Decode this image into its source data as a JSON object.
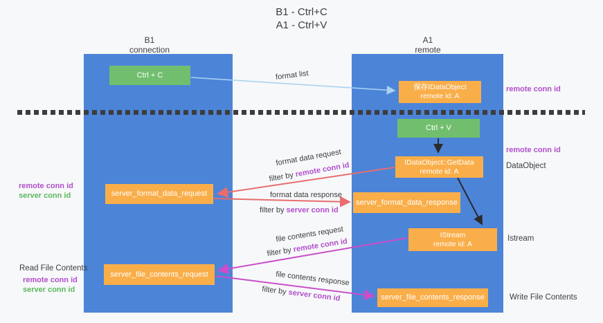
{
  "title": {
    "line1": "B1 - Ctrl+C",
    "line2": "A1 - Ctrl+V"
  },
  "columns": {
    "left": {
      "name": "B1",
      "role": "connection"
    },
    "right": {
      "name": "A1",
      "role": "remote"
    }
  },
  "nodes": {
    "ctrl_c": "Ctrl + C",
    "ctrl_v": "Ctrl + V",
    "save_dataobject": {
      "line1": "保存IDataObject",
      "line2": "remote id: A"
    },
    "getdata": {
      "line1": "IDataObject::GetData",
      "line2": "remote id: A"
    },
    "istream": {
      "line1": "IStream",
      "line2": "remote id: A"
    },
    "server_format_data_request": "server_format_data_request",
    "server_format_data_response": "server_format_data_response",
    "server_file_contents_request": "server_file_contents_request",
    "server_file_contents_response": "server_file_contents_response"
  },
  "edge_labels": {
    "format_list": "format list",
    "format_data_request": "format data request",
    "format_data_response": "format data response",
    "file_contents_request": "file contents request",
    "file_contents_response": "file contents response",
    "filter_by": "filter by ",
    "remote_conn_id": "remote conn id",
    "server_conn_id": "server conn id"
  },
  "side_labels": {
    "remote_conn_id_top": "remote conn id",
    "remote_conn_id_mid": "remote conn id",
    "dataobject": "DataObject",
    "istream": "Istream",
    "write_file_contents": "Write File Contents",
    "left_remote_conn_id": "remote conn id",
    "left_server_conn_id": "server conn id",
    "read_file_contents": "Read File Contents",
    "left_remote_conn_id_2": "remote conn id",
    "left_server_conn_id_2": "server conn id"
  },
  "colors": {
    "background": "#f7f8fa",
    "column_blue": "#4c84d8",
    "box_green": "#71bf6e",
    "box_orange": "#f9ae49",
    "box_text": "#ffffff",
    "text_dark": "#3d3d3d",
    "conn_purple": "#b14fc9",
    "conn_green": "#5cb85c",
    "arrow_lightblue": "#a9d3f2",
    "arrow_red": "#e86d6d",
    "arrow_magenta": "#c94fc9",
    "arrow_black": "#2b2b2b",
    "dashed_line": "#3d3d3d"
  }
}
